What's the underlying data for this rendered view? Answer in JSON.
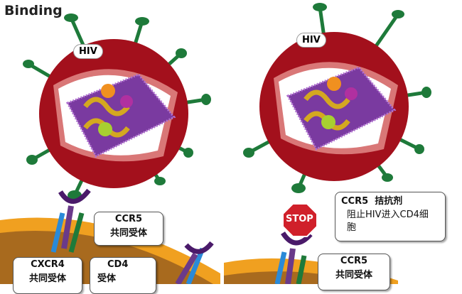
{
  "title": "Binding",
  "left_panel": {
    "virus_label": "HIV",
    "ccr5_label": {
      "name": "CCR5",
      "desc": "共同受体"
    },
    "cxcr4_label": {
      "name": "CXCR4",
      "desc": "共同受体"
    },
    "cd4_label": {
      "name": "CD4",
      "desc": "受体"
    }
  },
  "right_panel": {
    "virus_label": "HIV",
    "stop_sign": "STOP",
    "antagonist_label": {
      "name": "CCR5",
      "type": "拮抗剂",
      "desc": "阻止HIV进入CD4细胞"
    },
    "ccr5_label": {
      "name": "CCR5",
      "desc": "共同受体"
    }
  },
  "colors": {
    "virus": "#a3101c",
    "spike": "#1e7a3a",
    "membrane": "#f0a020",
    "cell": "#a86a1e",
    "cd4": "#6a3a8a",
    "cxcr4": "#2a8ad8",
    "stop": "#d0202a"
  }
}
